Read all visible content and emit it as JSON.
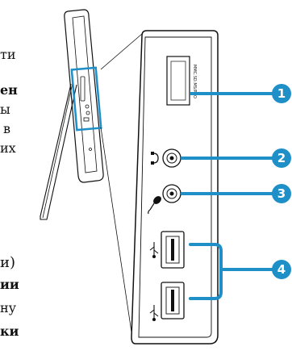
{
  "text_fragments": [
    {
      "text": "ти",
      "bold": false
    },
    {
      "text": "ен",
      "bold": true
    },
    {
      "text": "ы",
      "bold": false
    },
    {
      "text": "в",
      "bold": false
    },
    {
      "text": "их",
      "bold": false
    },
    {
      "text": "и)",
      "bold": false
    },
    {
      "text": "ии",
      "bold": true
    },
    {
      "text": "ну",
      "bold": false
    },
    {
      "text": "ки",
      "bold": true
    }
  ],
  "card_slot_label": "MMC.SD.MS/PRO",
  "callouts": [
    {
      "number": "1",
      "target": "card-reader-slot"
    },
    {
      "number": "2",
      "target": "headphone-jack"
    },
    {
      "number": "3",
      "target": "microphone-jack"
    },
    {
      "number": "4",
      "target": "usb-ports"
    }
  ],
  "colors": {
    "accent_blue": "#1f8fc8",
    "outline": "#111111",
    "highlight_box": "#1f8fc8"
  }
}
